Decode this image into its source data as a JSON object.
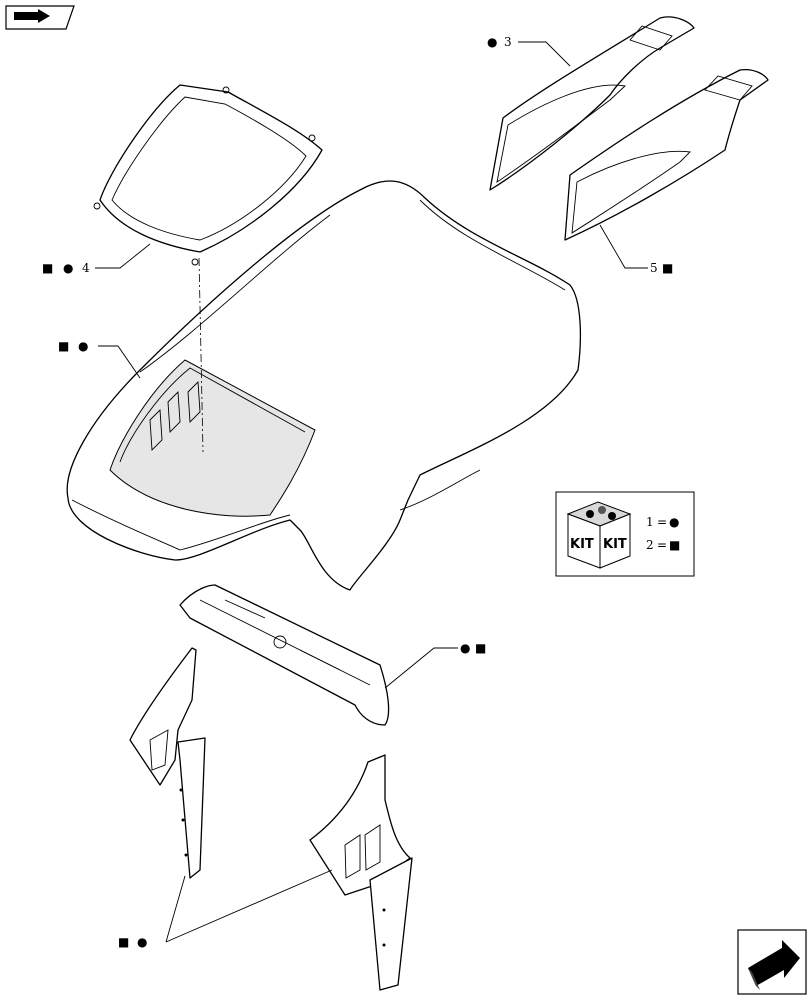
{
  "callouts": [
    {
      "id": "frame",
      "text": "4"
    },
    {
      "id": "panel-left",
      "text": "3"
    },
    {
      "id": "panel-right",
      "text": "5"
    }
  ],
  "symbols": {
    "circle": "●",
    "square": "■"
  },
  "kit_legend": {
    "box_label_left": "KIT",
    "box_label_right": "KIT",
    "rows": [
      {
        "number": "1",
        "equals": "=",
        "symbol": "●"
      },
      {
        "number": "2",
        "equals": "=",
        "symbol": "■"
      }
    ]
  },
  "icons": {
    "top_left": "book-page-icon",
    "bottom_right": "next-page-arrow-icon"
  }
}
